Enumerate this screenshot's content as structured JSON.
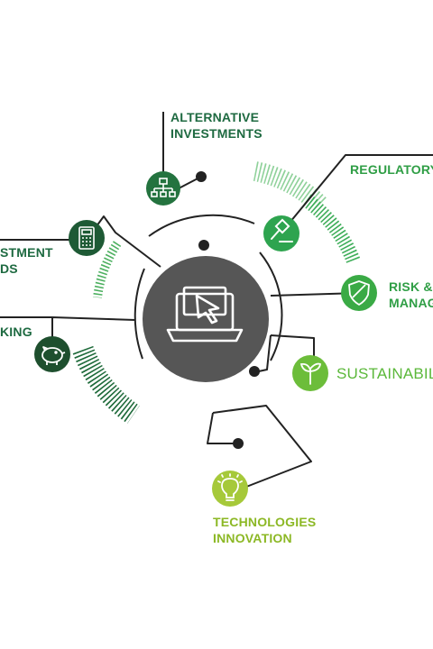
{
  "colors": {
    "dark_green": "#1e5a35",
    "forest_green": "#24733f",
    "medium_green": "#2ea44f",
    "bright_green": "#5bbd3a",
    "lime": "#8cc63f",
    "lime_light": "#a6c93a",
    "grey_center": "#555555",
    "line": "#222222"
  },
  "center": {
    "icon": "laptop-cursor-icon"
  },
  "nodes": [
    {
      "id": "alternative-investments",
      "lines": [
        "ALTERNATIVE",
        "INVESTMENTS"
      ],
      "icon": "org-chart-icon",
      "color": "#24733f"
    },
    {
      "id": "regulatory",
      "lines": [
        "REGULATORY"
      ],
      "icon": "gavel-icon",
      "color": "#2ea44f"
    },
    {
      "id": "investment-funds",
      "lines": [
        "STMENT",
        "DS"
      ],
      "icon": "calculator-icon",
      "color": "#1e5a35"
    },
    {
      "id": "risk-management",
      "lines": [
        "RISK &",
        "MANAG"
      ],
      "icon": "shield-icon",
      "color": "#3aaa45"
    },
    {
      "id": "banking",
      "lines": [
        "KING"
      ],
      "icon": "piggy-bank-icon",
      "color": "#1e4f2e"
    },
    {
      "id": "sustainability",
      "lines": [
        "SUSTAINABIL"
      ],
      "icon": "sprout-icon",
      "color": "#6cbd3a"
    },
    {
      "id": "technologies-innovation",
      "lines": [
        "TECHNOLOGIES",
        "INNOVATION"
      ],
      "icon": "lightbulb-icon",
      "color": "#a6c93a"
    }
  ]
}
